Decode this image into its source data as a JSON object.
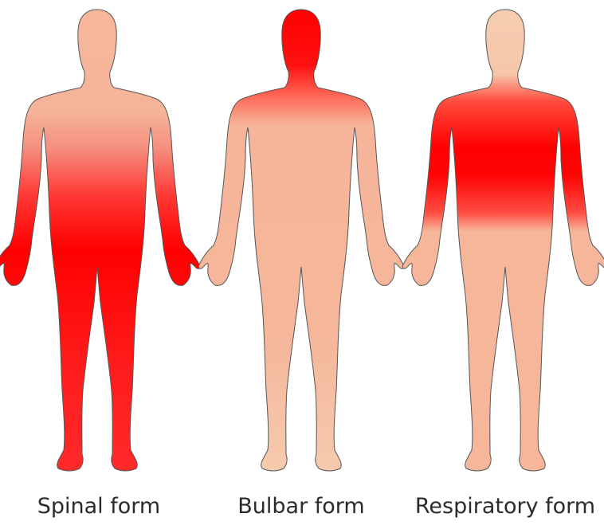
{
  "colors": {
    "skin": "#F5B69A",
    "skin_light": "#F6CDB0",
    "affected": "#FF0000",
    "outline": "#555555"
  },
  "figures": [
    {
      "caption": "Spinal form",
      "affected_region": "limbs and trunk (arms, hands, legs, feet)"
    },
    {
      "caption": "Bulbar form",
      "affected_region": "head and neck"
    },
    {
      "caption": "Respiratory form",
      "affected_region": "shoulders and chest"
    }
  ]
}
